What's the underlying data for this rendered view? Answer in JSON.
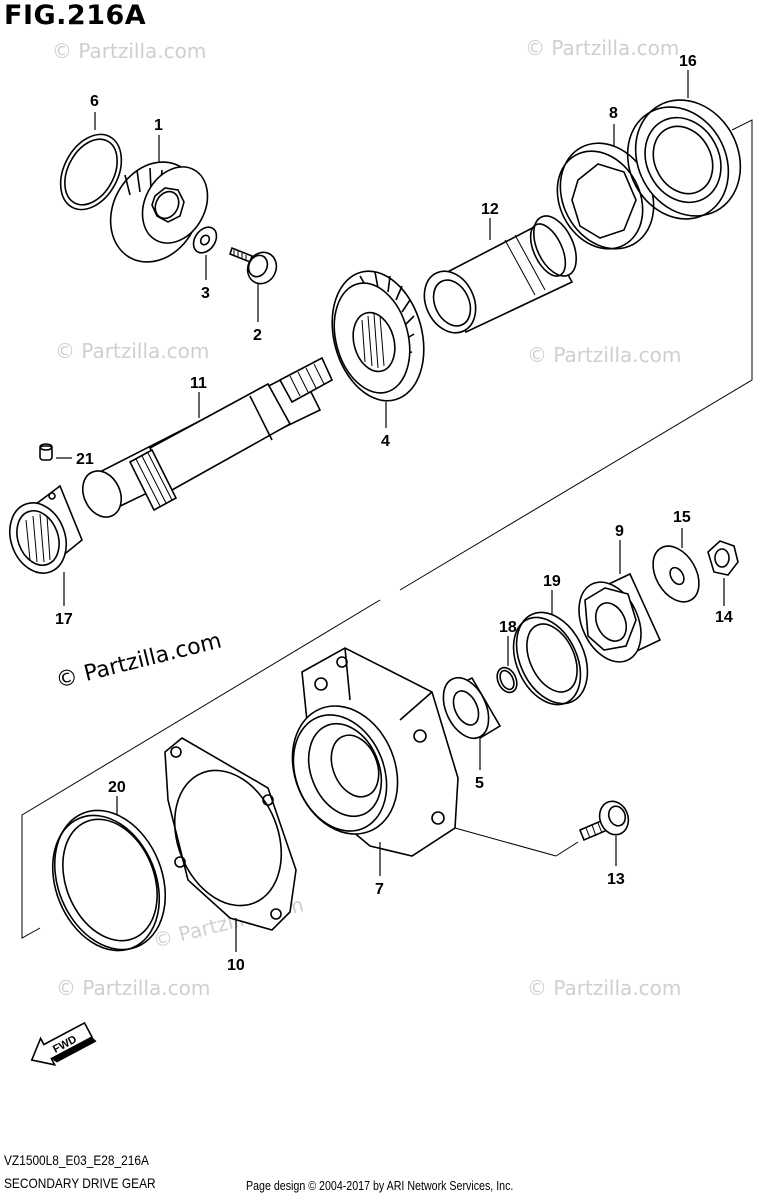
{
  "figure_title": "FIG.216A",
  "figure_code": "VZ1500L8_E03_E28_216A",
  "caption": "SECONDARY DRIVE GEAR",
  "credit": "Page design © 2004-2017 by ARI Network Services, Inc.",
  "watermark_text": "© Partzilla.com",
  "fwd_label": "FWD",
  "callouts": [
    {
      "id": "c1",
      "label": "1"
    },
    {
      "id": "c2",
      "label": "2"
    },
    {
      "id": "c3",
      "label": "3"
    },
    {
      "id": "c4",
      "label": "4"
    },
    {
      "id": "c5",
      "label": "5"
    },
    {
      "id": "c6",
      "label": "6"
    },
    {
      "id": "c7",
      "label": "7"
    },
    {
      "id": "c8",
      "label": "8"
    },
    {
      "id": "c9",
      "label": "9"
    },
    {
      "id": "c10",
      "label": "10"
    },
    {
      "id": "c11",
      "label": "11"
    },
    {
      "id": "c12",
      "label": "12"
    },
    {
      "id": "c13",
      "label": "13"
    },
    {
      "id": "c14",
      "label": "14"
    },
    {
      "id": "c15",
      "label": "15"
    },
    {
      "id": "c16",
      "label": "16"
    },
    {
      "id": "c17",
      "label": "17"
    },
    {
      "id": "c18",
      "label": "18"
    },
    {
      "id": "c19",
      "label": "19"
    },
    {
      "id": "c20",
      "label": "20"
    },
    {
      "id": "c21",
      "label": "21"
    }
  ]
}
